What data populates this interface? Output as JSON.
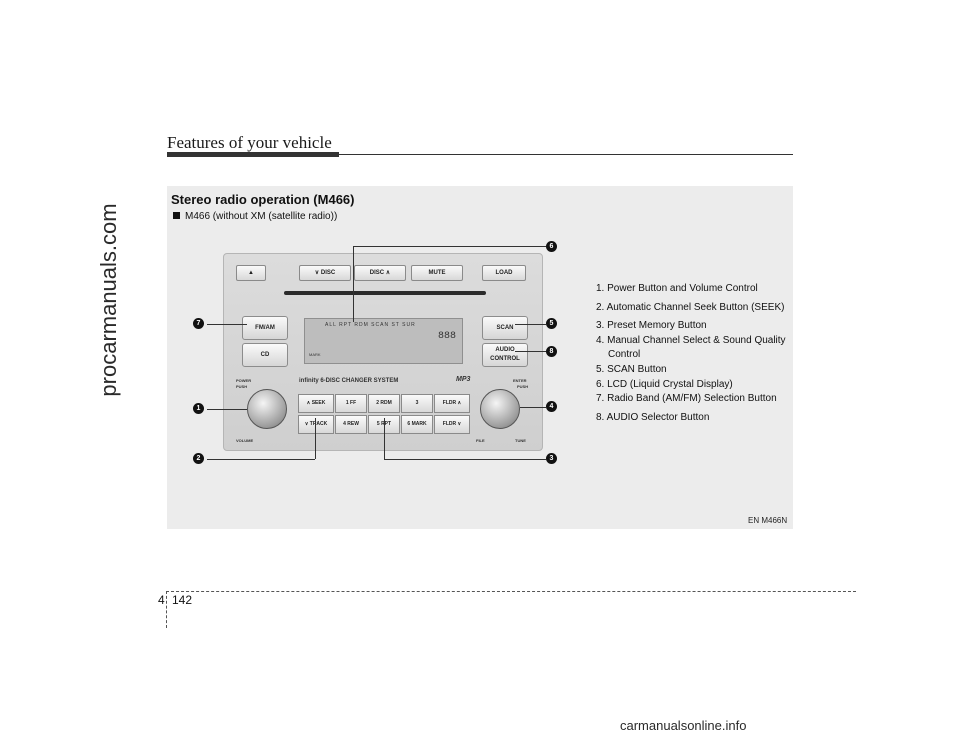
{
  "watermarks": {
    "side": "procarmanuals.com",
    "bottom": "carmanualsonline.info"
  },
  "header": {
    "title": "Features of your vehicle"
  },
  "section": {
    "title": "Stereo radio operation (M466)",
    "subtitle": "M466 (without XM (satellite radio))"
  },
  "radio": {
    "top_buttons": [
      "▲",
      "∨ DISC",
      "DISC ∧",
      "MUTE",
      "LOAD"
    ],
    "left_buttons": [
      "FM/AM",
      "CD"
    ],
    "right_buttons": [
      "SCAN",
      "AUDIO CONTROL"
    ],
    "lcd": {
      "indicators": "ALL  RPT  RDM  SCAN  ST  SUR",
      "digits": "888",
      "mark": "MARK"
    },
    "brand": "infinity  6-DISC CHANGER SYSTEM",
    "mp3": "MP3",
    "knob_labels": {
      "power": "POWER",
      "push_left": "PUSH",
      "volume": "VOLUME",
      "enter": "ENTER",
      "push_right": "PUSH",
      "file": "FILE",
      "tune": "TUNE"
    },
    "preset_buttons_row1": [
      "∧ SEEK",
      "1  FF",
      "2 RDM",
      "3",
      "FLDR ∧"
    ],
    "preset_buttons_row2": [
      "∨ TRACK",
      "4 REW",
      "5 RPT",
      "6 MARK",
      "FLDR ∨"
    ]
  },
  "callouts": [
    "1",
    "2",
    "3",
    "4",
    "5",
    "6",
    "7",
    "8"
  ],
  "legend": [
    "1. Power Button and Volume Control",
    "2. Automatic Channel Seek Button (SEEK)",
    "3. Preset Memory Button",
    "4. Manual Channel Select & Sound Quality",
    "Control",
    "5. SCAN Button",
    "6. LCD (Liquid Crystal Display)",
    "7. Radio Band (AM/FM) Selection Button",
    "8. AUDIO Selector Button"
  ],
  "image_code": "EN M466N",
  "footer": {
    "chapter": "4",
    "page": "142"
  }
}
